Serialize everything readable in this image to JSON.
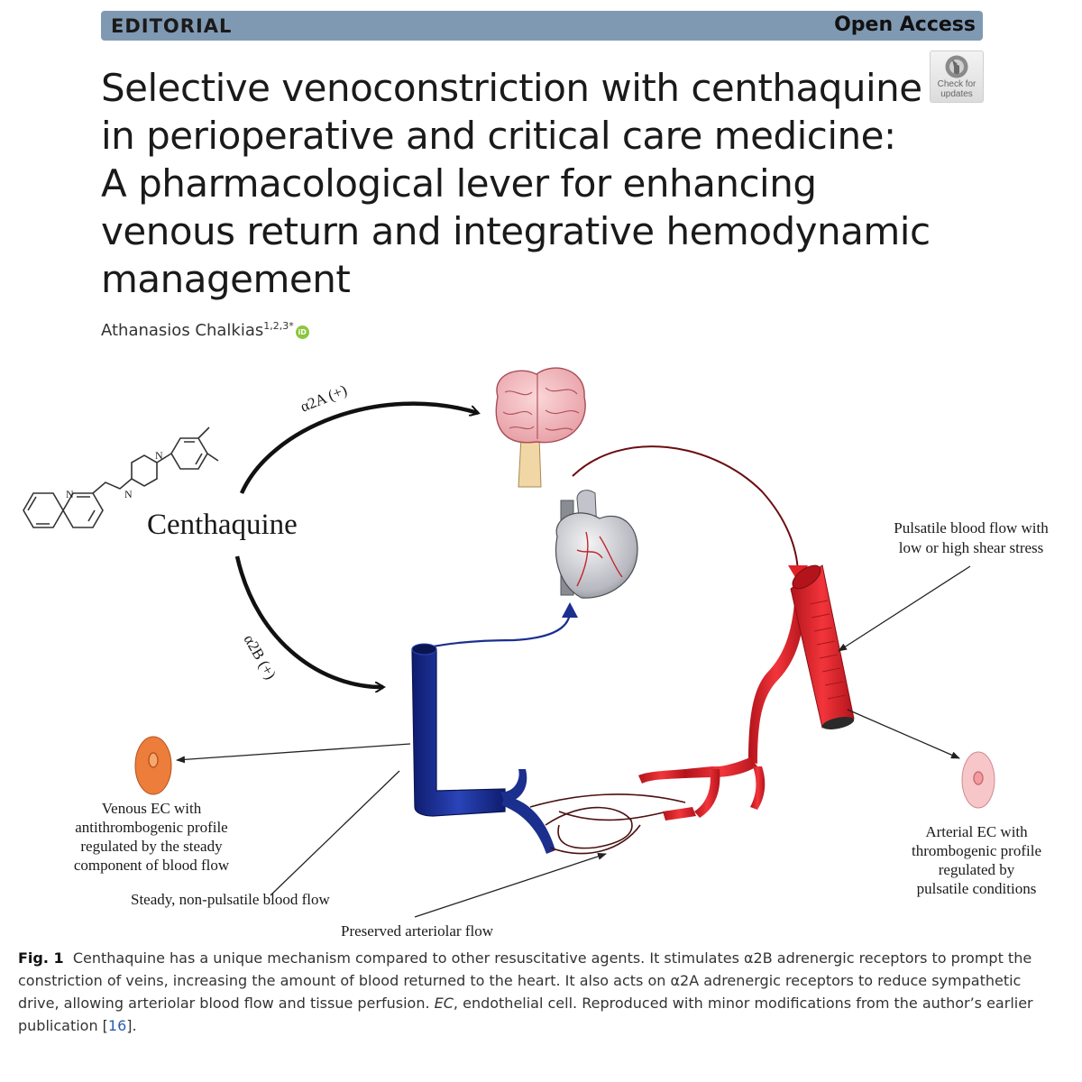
{
  "banner": {
    "section": "EDITORIAL",
    "access": "Open Access"
  },
  "title_lines": [
    "Selective venoconstriction with centhaquine",
    "in perioperative and critical care medicine:",
    "A pharmacological lever for enhancing",
    "venous return and integrative hemodynamic",
    "management"
  ],
  "check_updates": {
    "line1": "Check for",
    "line2": "updates"
  },
  "author": {
    "name": "Athanasios Chalkias",
    "affiliations": "1,2,3*",
    "orcid_badge": "iD"
  },
  "figure": {
    "drug_name": "Centhaquine",
    "alpha2a_label": "α2A (+)",
    "alpha2b_label": "α2B (+)",
    "pulsatile_label": [
      "Pulsatile blood flow with",
      "low or high shear stress"
    ],
    "venous_ec_label": [
      "Venous EC with",
      "antithrombogenic profile",
      "regulated by the steady",
      "component of blood flow"
    ],
    "arterial_ec_label": [
      "Arterial EC with",
      "thrombogenic profile",
      "regulated by",
      "pulsatile conditions"
    ],
    "steady_flow_label": "Steady, non-pulsatile blood flow",
    "arteriolar_label": "Preserved arteriolar flow",
    "atom_n1": "N",
    "atom_n2": "N",
    "atom_n3": "N",
    "colors": {
      "vein": "#1b2f8f",
      "artery": "#e0222a",
      "venous_ec": "#ec7d3a",
      "arterial_ec": "#f7c6c8"
    }
  },
  "caption": {
    "label": "Fig. 1",
    "text": "Centhaquine has a unique mechanism compared to other resuscitative agents. It stimulates α2B adrenergic receptors to prompt the constriction of veins, increasing the amount of blood returned to the heart. It also acts on α2A adrenergic receptors to reduce sympathetic drive, allowing arteriolar blood flow and tissue perfusion.",
    "ec_abbrev": "EC",
    "text2": ", endothelial cell. Reproduced with minor modifications from the author’s earlier publication [",
    "ref": "16",
    "text3": "]."
  }
}
